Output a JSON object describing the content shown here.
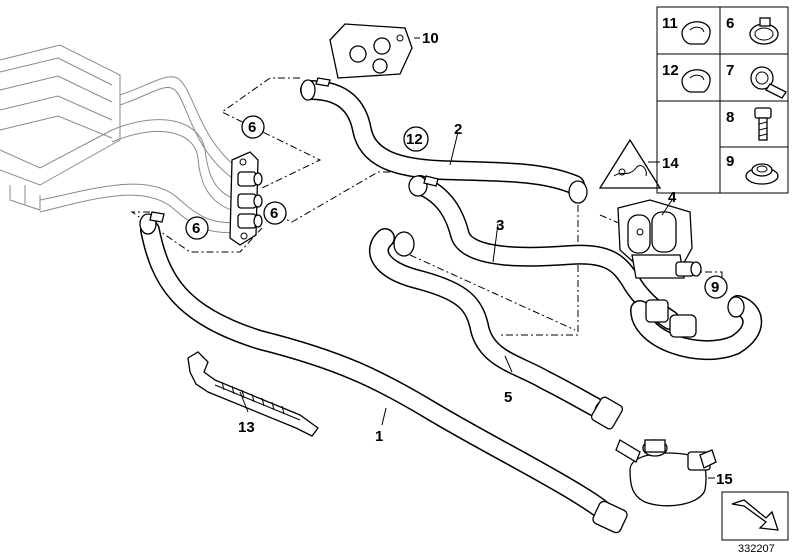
{
  "diagram": {
    "diagram_id": "332207",
    "callouts": {
      "hose_1": "1",
      "hose_2": "2",
      "hose_3": "3",
      "valve_4": "4",
      "hose_5": "5",
      "clip_6a": "6",
      "clip_6b": "6",
      "clip_6c": "6",
      "callout_9": "9",
      "bracket_10": "10",
      "clip_12_circle": "12",
      "strap_13": "13",
      "warning_14": "14",
      "pump_15": "15"
    },
    "legend": [
      {
        "number": "11",
        "name": "clip"
      },
      {
        "number": "6",
        "name": "hose clamp"
      },
      {
        "number": "12",
        "name": "clip"
      },
      {
        "number": "7",
        "name": "pipe clamp"
      },
      {
        "number": "8",
        "name": "screw"
      },
      {
        "number": "9",
        "name": "grommet"
      }
    ]
  }
}
